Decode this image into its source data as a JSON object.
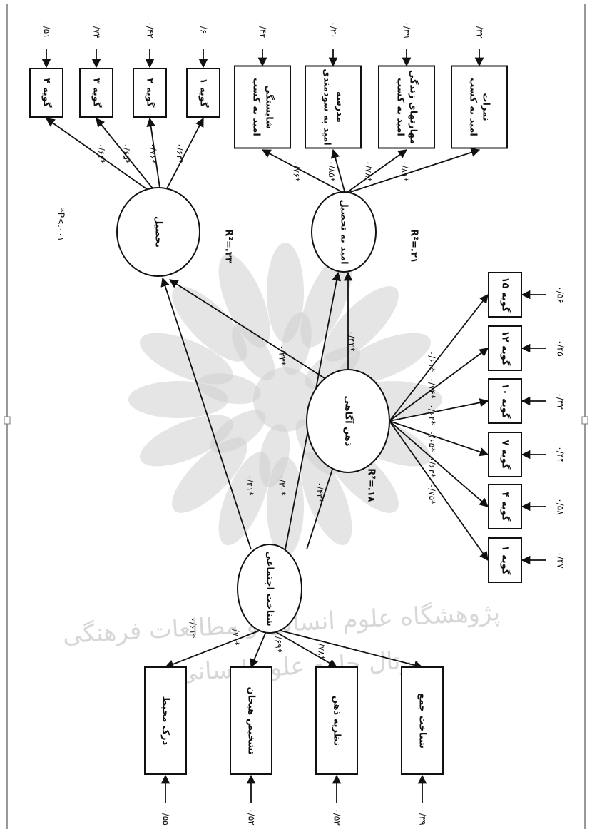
{
  "watermark": {
    "line1": "پژوهشگاه علوم انسانی و مطالعات فرهنگی",
    "line2": "پرتال جامع علوم انسانی"
  },
  "constructs": {
    "social_cognition": "شناخت اجتماعی",
    "achievement": "تحصیل",
    "academic_hope": "امید به تحصیل",
    "mindfulness": "ذهن آگاهی"
  },
  "r2": {
    "achievement": "R²=.۳۳",
    "academic_hope": "R²=.۳۱",
    "mindfulness": "R²=.۱۸"
  },
  "significance_note": "*P<.۰۰۱",
  "social_cognition_indicators": [
    {
      "label": "درک محیط",
      "loading": "۰/۶۱*",
      "error": "۰/۵۵"
    },
    {
      "label": "تشخیص هیجان",
      "loading": "۰/۷۰*",
      "error": "۰/۵۲"
    },
    {
      "label": "نظریه ذهن",
      "loading": "۰/۶۹*",
      "error": "۰/۵۳"
    },
    {
      "label": "شناخت جمع",
      "loading": "۰/۷۸*",
      "error": "۰/۳۹"
    }
  ],
  "achievement_indicators": [
    {
      "label": "گویه ۱",
      "loading": "۰/۶۳*",
      "error": "۰/۶۰"
    },
    {
      "label": "گویه ۲",
      "loading": "۰/۷۶*",
      "error": "۰/۴۲"
    },
    {
      "label": "گویه ۳",
      "loading": "۰/۶۵*",
      "error": "۰/۷۴"
    },
    {
      "label": "گویه ۴",
      "loading": "۰/۶۴*",
      "error": "۰/۵۱"
    }
  ],
  "hope_indicators": [
    {
      "label": "امید به کسب نمرات",
      "loading": "۰/۸۱*",
      "error": "۰/۳۲"
    },
    {
      "label": "امید به کسب مهارتهای زندگی",
      "loading": "۰/۷۸*",
      "error": "۰/۳۹"
    },
    {
      "label": "امید به سودمندی مدرسه",
      "loading": "۰/۸۵*",
      "error": "۰/۲۰"
    },
    {
      "label": "امید به کسب شایستگی",
      "loading": "۰/۷۶*",
      "error": "۰/۴۲"
    }
  ],
  "mindfulness_indicators": [
    {
      "label": "گویه ۱",
      "loading": "۰/۷۵*",
      "error": "۰/۴۷"
    },
    {
      "label": "گویه ۴",
      "loading": "۰/۶۳*",
      "error": "۰/۵۸"
    },
    {
      "label": "گویه ۷",
      "loading": "۰/۶۵*",
      "error": "۰/۴۴"
    },
    {
      "label": "گویه ۱۰",
      "loading": "۰/۶۲*",
      "error": "۰/۳۳"
    },
    {
      "label": "گویه ۱۲",
      "loading": "۰/۷۴*",
      "error": "۰/۴۵"
    },
    {
      "label": "گویه ۱۵",
      "loading": "۰/۶۱*",
      "error": "۰/۵۶"
    }
  ],
  "paths": {
    "social_to_achievement": "۰/۲۱*",
    "social_to_hope": "۰/۳۰*",
    "social_to_mindfulness": "۰/۴۳*",
    "mindfulness_to_achievement": "۰/۲۳*",
    "mindfulness_to_hope": "۰/۴۴*"
  }
}
